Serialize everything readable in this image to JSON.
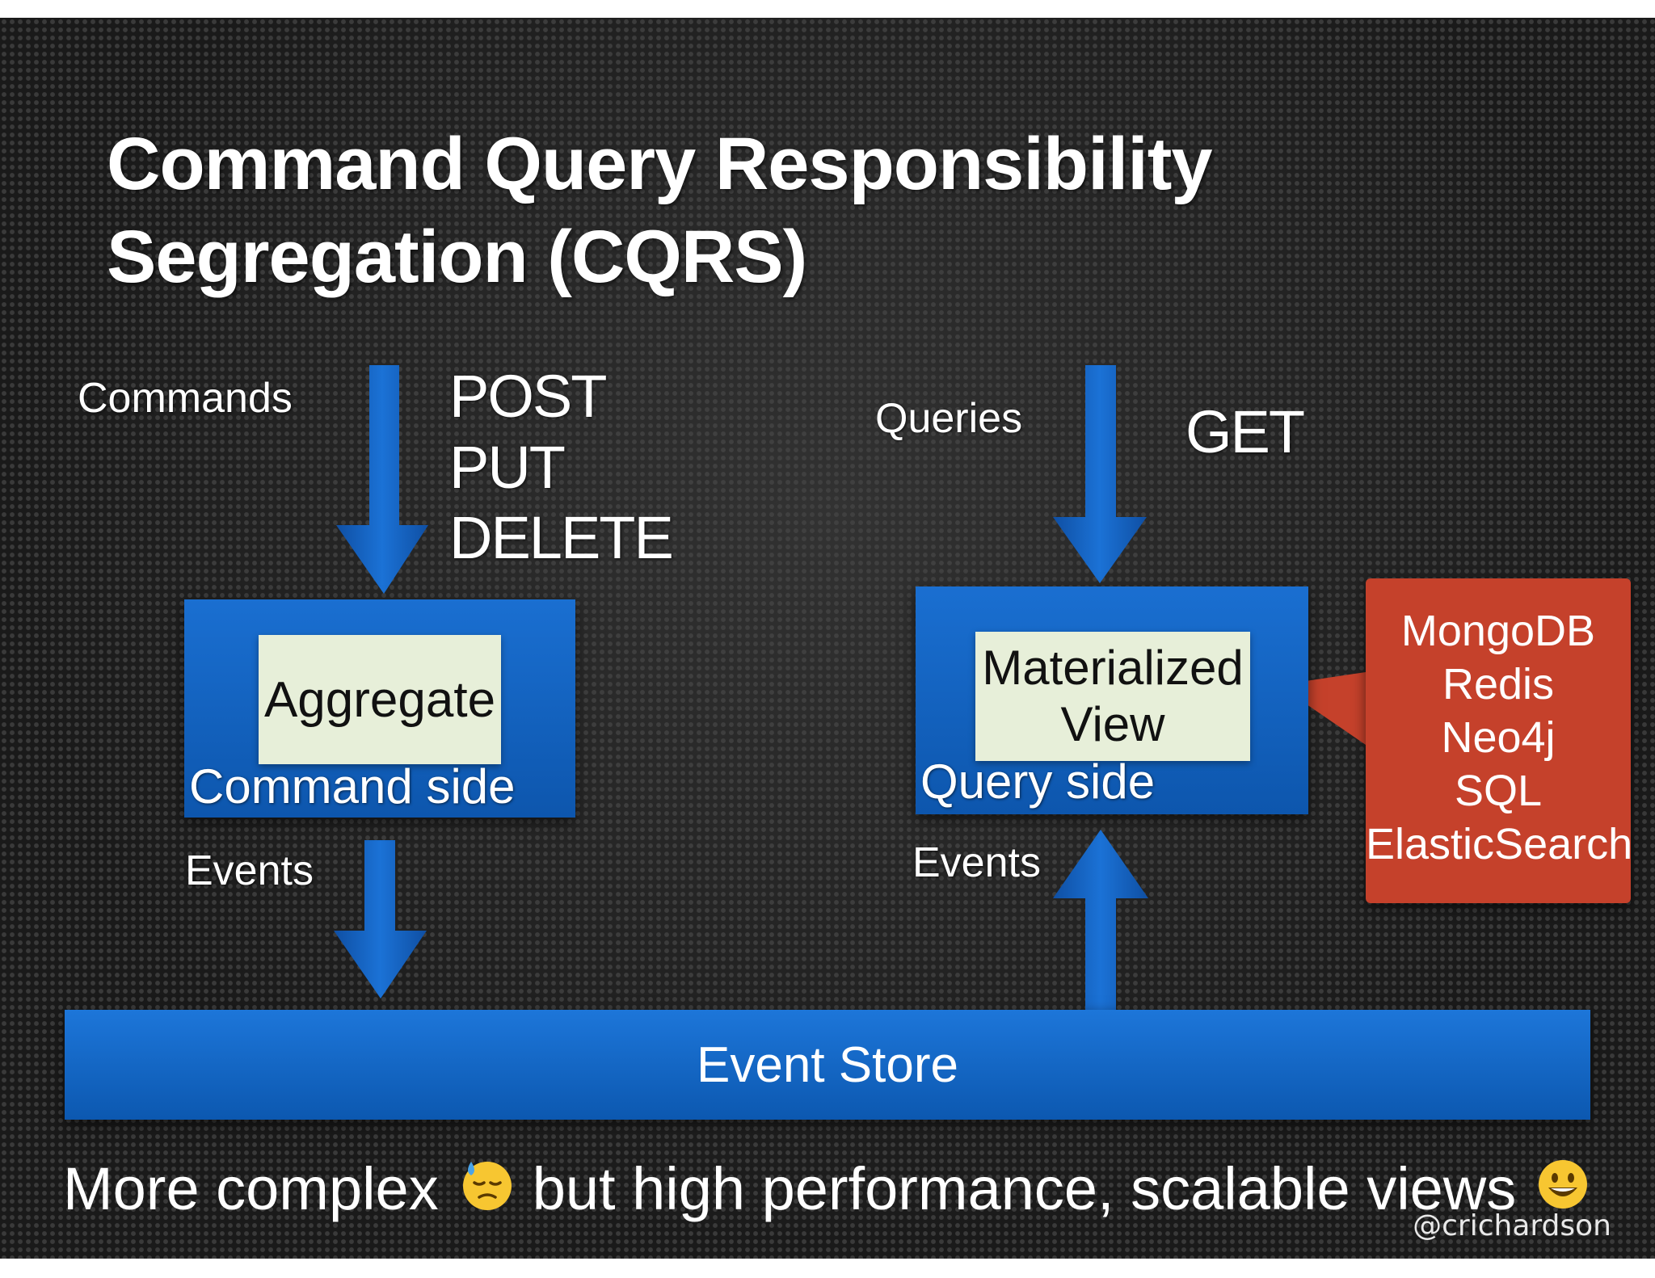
{
  "title": {
    "line1": "Command Query Responsibility",
    "line2": "Segregation (CQRS)"
  },
  "command_side": {
    "input_label": "Commands",
    "verbs": [
      "POST",
      "PUT",
      "DELETE"
    ],
    "inner_label": "Aggregate",
    "side_label": "Command side",
    "output_label": "Events"
  },
  "query_side": {
    "input_label": "Queries",
    "verbs": [
      "GET"
    ],
    "inner_label_line1": "Materialized",
    "inner_label_line2": "View",
    "side_label": "Query side",
    "input_events_label": "Events"
  },
  "databases": [
    "MongoDB",
    "Redis",
    "Neo4j",
    "SQL",
    "ElasticSearch"
  ],
  "event_store": {
    "label": "Event Store"
  },
  "footer": {
    "text_before": "More complex",
    "text_after": "but high performance, scalable views",
    "emoji_before": "downcast-sweat-face-icon",
    "emoji_after": "grinning-face-icon"
  },
  "handle": "@crichardson",
  "colors": {
    "arrow_blue": "#1565c8",
    "box_blue": "#1463c2",
    "inner_box": "#e7efd9",
    "callout_red": "#c5412b",
    "background": "#1a1a1a"
  }
}
